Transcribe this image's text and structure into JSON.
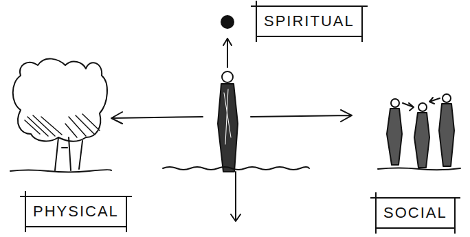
{
  "diagram": {
    "nodes": [
      {
        "text": [
          "SPIRITUAL"
        ]
      },
      {
        "text": [
          "PHYSICAL"
        ]
      },
      {
        "text": [
          "SOCIAL"
        ]
      }
    ]
  }
}
